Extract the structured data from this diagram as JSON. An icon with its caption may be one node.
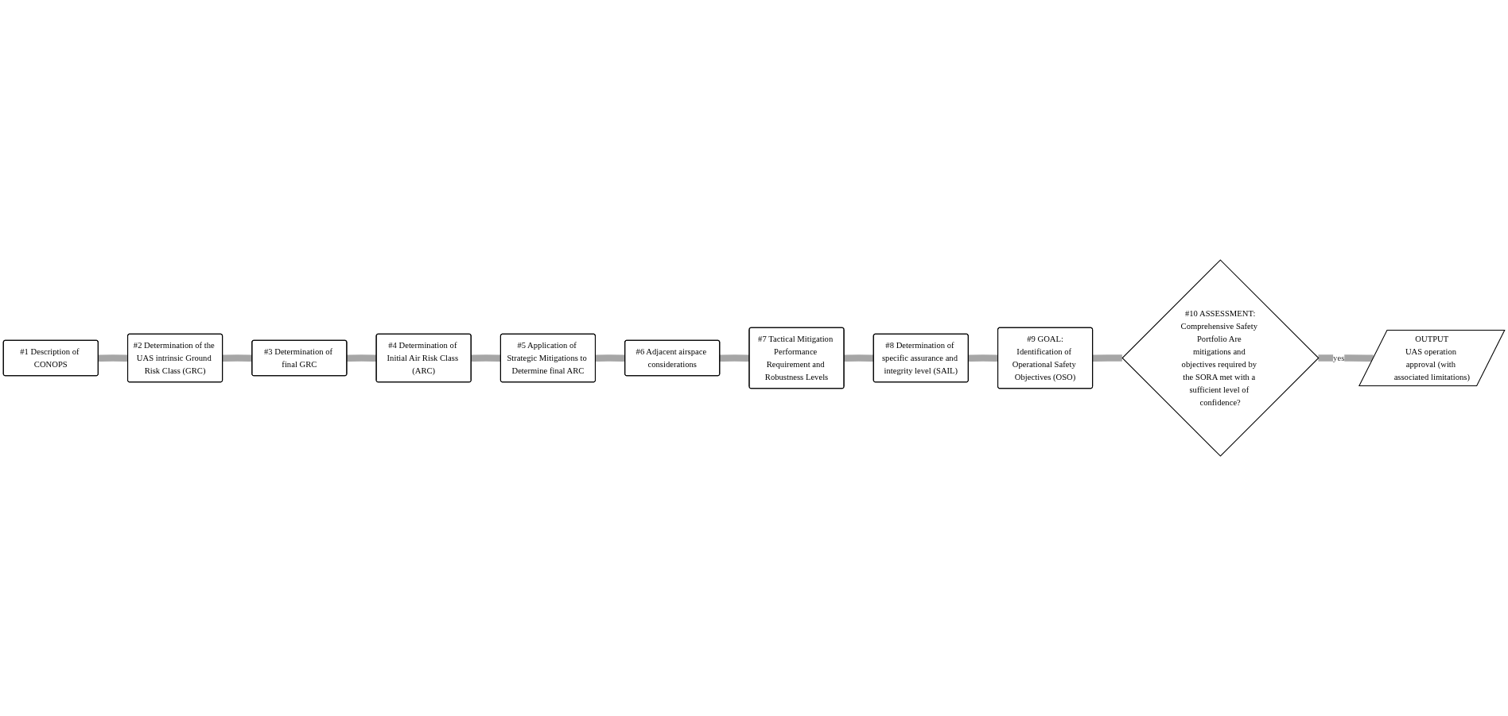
{
  "diagram": {
    "nodes": [
      {
        "text": [
          "#1 Description of CONOPS"
        ]
      },
      {
        "text": [
          "#2 Determination of the UAS intrinsic Ground Risk Class (GRC)"
        ]
      },
      {
        "text": [
          "#3 Determination of final GRC"
        ]
      },
      {
        "text": [
          "#4 Determination of Initial Air Risk Class (ARC)"
        ]
      },
      {
        "text": [
          "#5 Application of Strategic Mitigations to Determine final ARC"
        ]
      },
      {
        "text": [
          "#6 Adjacent airspace considerations"
        ]
      },
      {
        "text": [
          "#7 Tactical Mitigation Performance Requirement and Robustness Levels"
        ]
      },
      {
        "text": [
          "#8 Determination of specific assurance and integrity level (SAIL)"
        ]
      },
      {
        "text": [
          "#9 GOAL:",
          "Identification of Operational Safety Objectives (OSO)"
        ]
      },
      {
        "text": [
          "#10 ASSESSMENT:",
          "Comprehensive Safety Portfolio Are mitigations and objectives required by the SORA met with a sufficient level of confidence?"
        ]
      },
      {
        "text": [
          "OUTPUT",
          "UAS operation approval (with associated limitations)"
        ]
      }
    ],
    "edges": [
      {
        "from": 0,
        "to": 1,
        "arrow": "none"
      },
      {
        "from": 1,
        "to": 2,
        "arrow": "none"
      },
      {
        "from": 2,
        "to": 3,
        "arrow": "none"
      },
      {
        "from": 3,
        "to": 4,
        "arrow": "none"
      },
      {
        "from": 4,
        "to": 5,
        "arrow": "none"
      },
      {
        "from": 5,
        "to": 6,
        "arrow": "none"
      },
      {
        "from": 6,
        "to": 7,
        "arrow": "none"
      },
      {
        "from": 7,
        "to": 8,
        "arrow": "none"
      },
      {
        "from": 8,
        "to": 9,
        "arrow": "none"
      },
      {
        "from": 9,
        "to": 10,
        "label": "yes",
        "arrow": "none"
      }
    ]
  }
}
